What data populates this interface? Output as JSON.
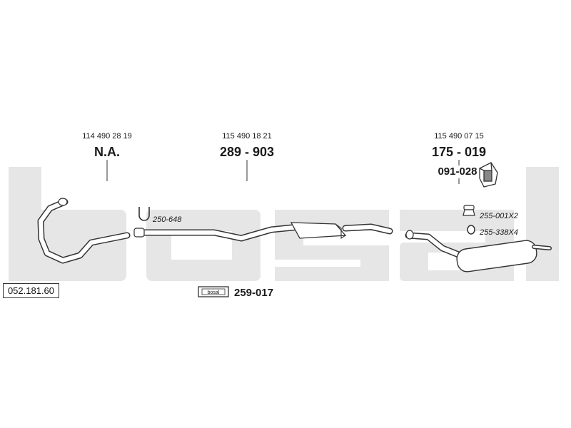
{
  "reference": "052.181.60",
  "watermark": "bosal",
  "sections": [
    {
      "oem": "114 490 28 19",
      "code": "N.A."
    },
    {
      "oem": "115 490 18 21",
      "code": "289 - 903"
    },
    {
      "oem": "115 490 07 15",
      "code": "175 - 019"
    }
  ],
  "accessories": {
    "clamp": "250-648",
    "hanger_code": "091-028",
    "mount": "255-001X2",
    "ring": "255-338X4"
  },
  "kit": {
    "badge": "bosal",
    "code": "259-017"
  },
  "colors": {
    "watermark": "#e6e6e6",
    "line": "#333333",
    "part_fill": "#ffffff"
  }
}
